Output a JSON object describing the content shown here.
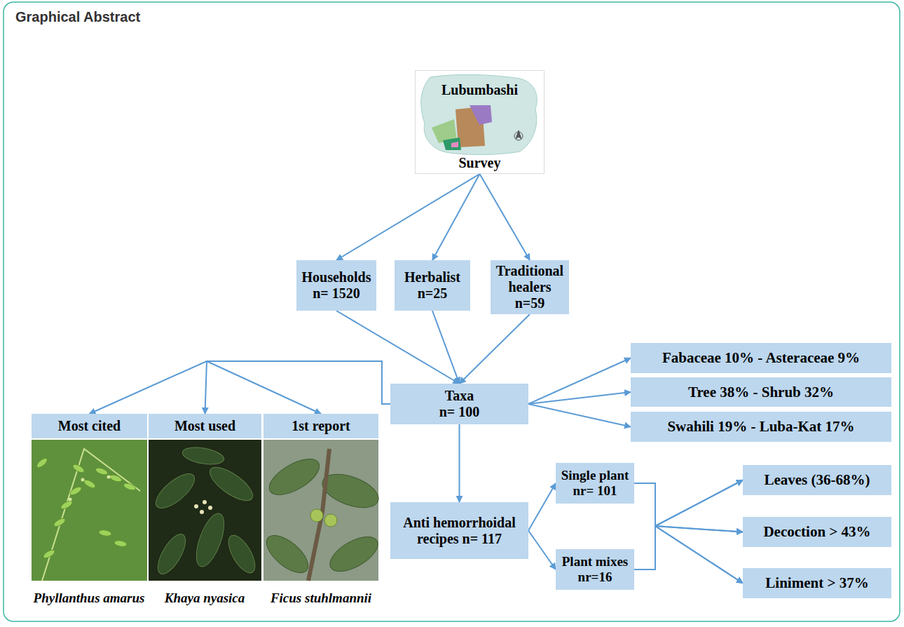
{
  "diagram": {
    "title": "Graphical Abstract",
    "nodes": [
      {
        "text": [
          "Lubumbashi",
          "Survey"
        ]
      },
      {
        "text": [
          "Households",
          "n= 1520"
        ]
      },
      {
        "text": [
          "Herbalist",
          "n=25"
        ]
      },
      {
        "text": [
          "Traditional healers",
          "n=59"
        ]
      },
      {
        "text": [
          "Taxa",
          "n= 100"
        ]
      },
      {
        "text": [
          "Fabaceae 10% - Asteraceae 9%"
        ]
      },
      {
        "text": [
          "Tree 38% - Shrub 32%"
        ]
      },
      {
        "text": [
          "Swahili 19% - Luba-Kat 17%"
        ]
      },
      {
        "text": [
          "Most cited"
        ]
      },
      {
        "text": [
          "Most used"
        ]
      },
      {
        "text": [
          "1st report"
        ]
      },
      {
        "text": [
          "Anti hemorrhoidal recipes n= 117"
        ]
      },
      {
        "text": [
          "Single plant",
          "nr= 101"
        ]
      },
      {
        "text": [
          "Plant mixes",
          "nr=16"
        ]
      },
      {
        "text": [
          "Leaves (36-68%)"
        ]
      },
      {
        "text": [
          "Decoction > 43%"
        ]
      },
      {
        "text": [
          "Liniment > 37%"
        ]
      }
    ],
    "edges": [
      {
        "from": 0,
        "to": 1,
        "arrow": "to"
      },
      {
        "from": 0,
        "to": 2,
        "arrow": "to"
      },
      {
        "from": 0,
        "to": 3,
        "arrow": "to"
      },
      {
        "from": 1,
        "to": 4,
        "arrow": "to"
      },
      {
        "from": 2,
        "to": 4,
        "arrow": "to"
      },
      {
        "from": 3,
        "to": 4,
        "arrow": "to"
      },
      {
        "from": 4,
        "to": 8,
        "arrow": "to"
      },
      {
        "from": 4,
        "to": 9,
        "arrow": "to"
      },
      {
        "from": 4,
        "to": 10,
        "arrow": "to"
      },
      {
        "from": 4,
        "to": 5,
        "arrow": "to"
      },
      {
        "from": 4,
        "to": 6,
        "arrow": "to"
      },
      {
        "from": 4,
        "to": 7,
        "arrow": "to"
      },
      {
        "from": 4,
        "to": 11,
        "arrow": "to"
      },
      {
        "from": 11,
        "to": 12,
        "arrow": "to"
      },
      {
        "from": 11,
        "to": 13,
        "arrow": "to"
      },
      {
        "from": 12,
        "to": 14,
        "arrow": "to"
      },
      {
        "from": 12,
        "to": 15,
        "arrow": "to"
      },
      {
        "from": 12,
        "to": 16,
        "arrow": "to"
      },
      {
        "from": 13,
        "to": 14,
        "arrow": "to"
      },
      {
        "from": 13,
        "to": 15,
        "arrow": "to"
      },
      {
        "from": 13,
        "to": 16,
        "arrow": "to"
      }
    ],
    "labels": [
      "Phyllanthus amarus",
      "Khaya nyasica",
      "Ficus stuhlmannii"
    ]
  }
}
